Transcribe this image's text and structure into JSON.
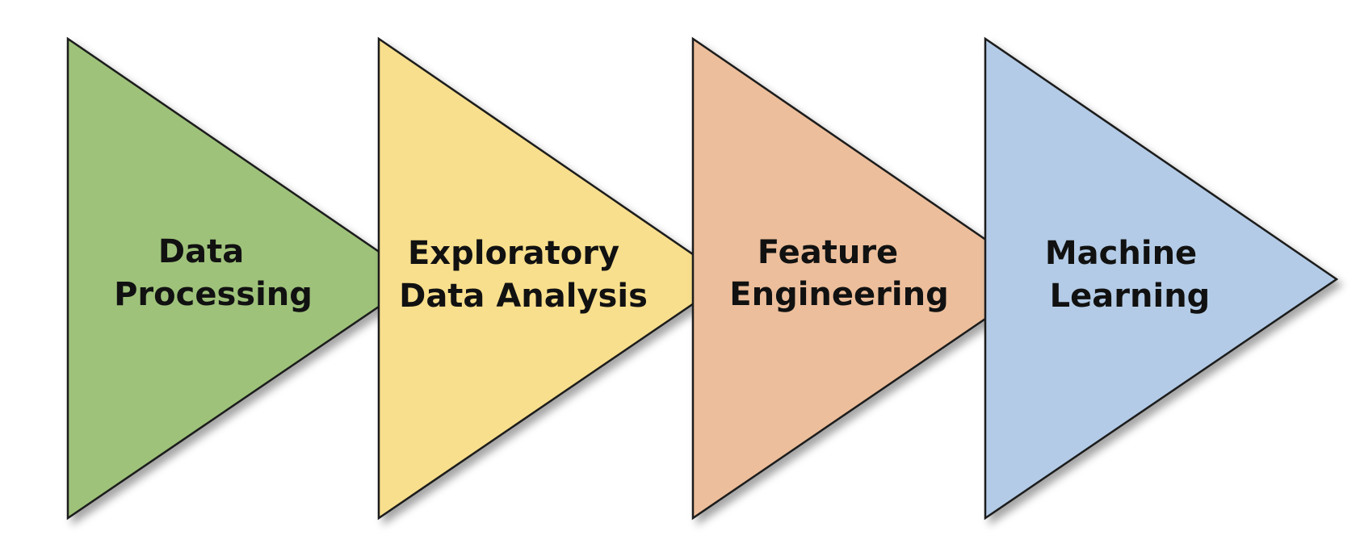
{
  "diagram": {
    "type": "process-flow",
    "stages": [
      {
        "line1": "Data",
        "line2": "Processing",
        "color": "#9EC27A"
      },
      {
        "line1": "Exploratory",
        "line2": "Data Analysis",
        "color": "#F8DF8D"
      },
      {
        "line1": "Feature",
        "line2": "Engineering",
        "color": "#ECBE9B"
      },
      {
        "line1": "Machine",
        "line2": "Learning",
        "color": "#B3CBE6"
      }
    ]
  }
}
